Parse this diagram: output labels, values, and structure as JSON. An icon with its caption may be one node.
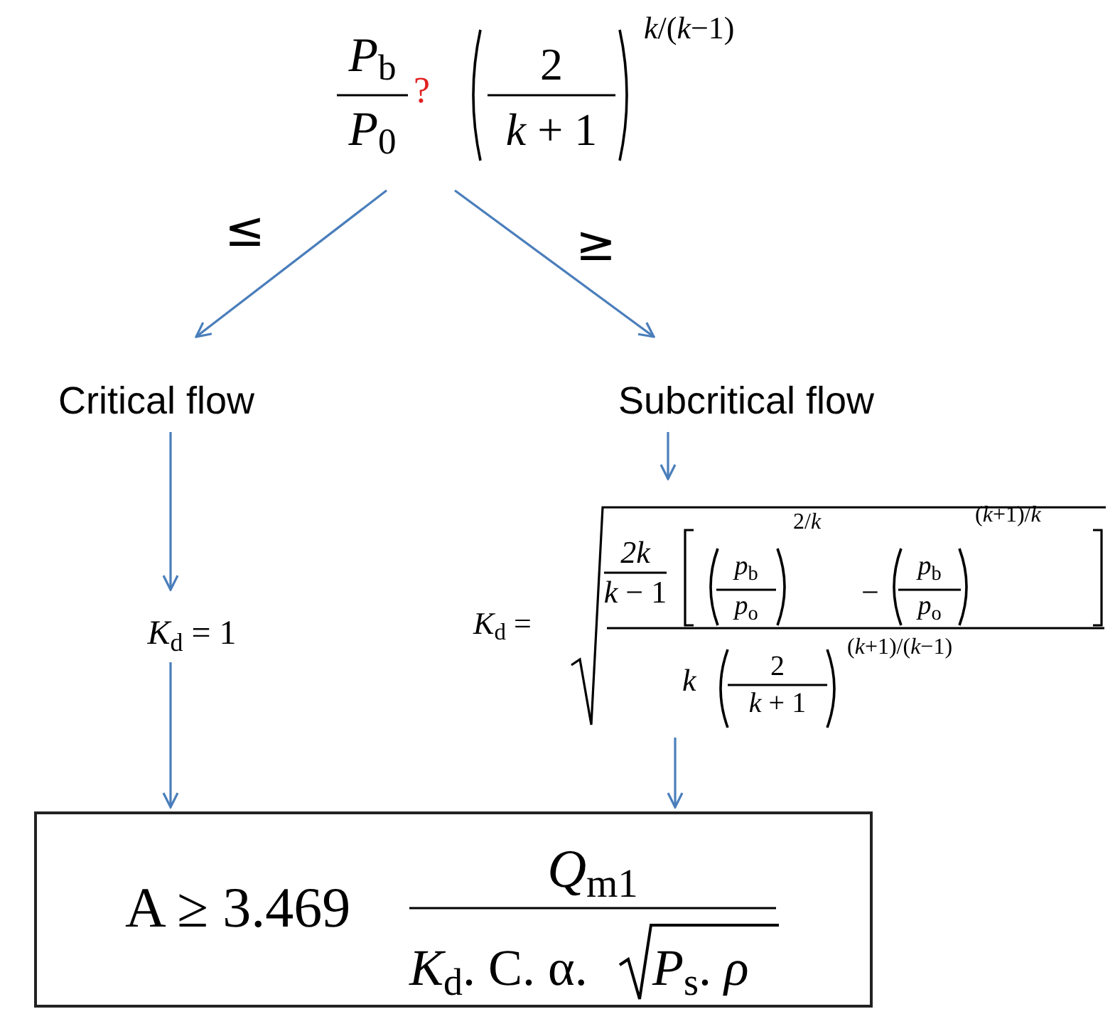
{
  "diagram": {
    "nodes": [
      {
        "text": [
          "*P*$_{b}$",
          "*P*$_{0}$",
          "?",
          "2",
          "*k* + 1",
          "*k*/(*k*−1)"
        ]
      },
      {
        "text": [
          "Critical flow"
        ]
      },
      {
        "text": [
          "Subcritical flow"
        ]
      },
      {
        "text": [
          "*K*$_{d}$ = 1"
        ]
      },
      {
        "text": [
          "*K*$_{d}$ =",
          "2k",
          "*k* − 1",
          "*p*$_{b}$",
          "*p*$_{o}$",
          "2/*k*",
          "−",
          "*p*$_{b}$",
          "*p*$_{o}$",
          "(*k*+1)/*k*",
          "*k*",
          "2",
          "*k* + 1",
          "(*k*+1)/(*k*−1)"
        ]
      },
      {
        "text": [
          "A ≥ 3.469",
          "*Q*$_{m1}$",
          "*K*$_{d}$. C. α.",
          "*P*$_{s}$. *ρ*"
        ]
      }
    ],
    "edges": [
      {
        "from": 0,
        "to": 1,
        "arrow": "to",
        "label": "≤"
      },
      {
        "from": 0,
        "to": 2,
        "arrow": "to",
        "label": "≥"
      },
      {
        "from": 1,
        "to": 3,
        "arrow": "to"
      },
      {
        "from": 2,
        "to": 4,
        "arrow": "to"
      },
      {
        "from": 3,
        "to": 5,
        "arrow": "to"
      },
      {
        "from": 4,
        "to": 5,
        "arrow": "to"
      }
    ]
  }
}
